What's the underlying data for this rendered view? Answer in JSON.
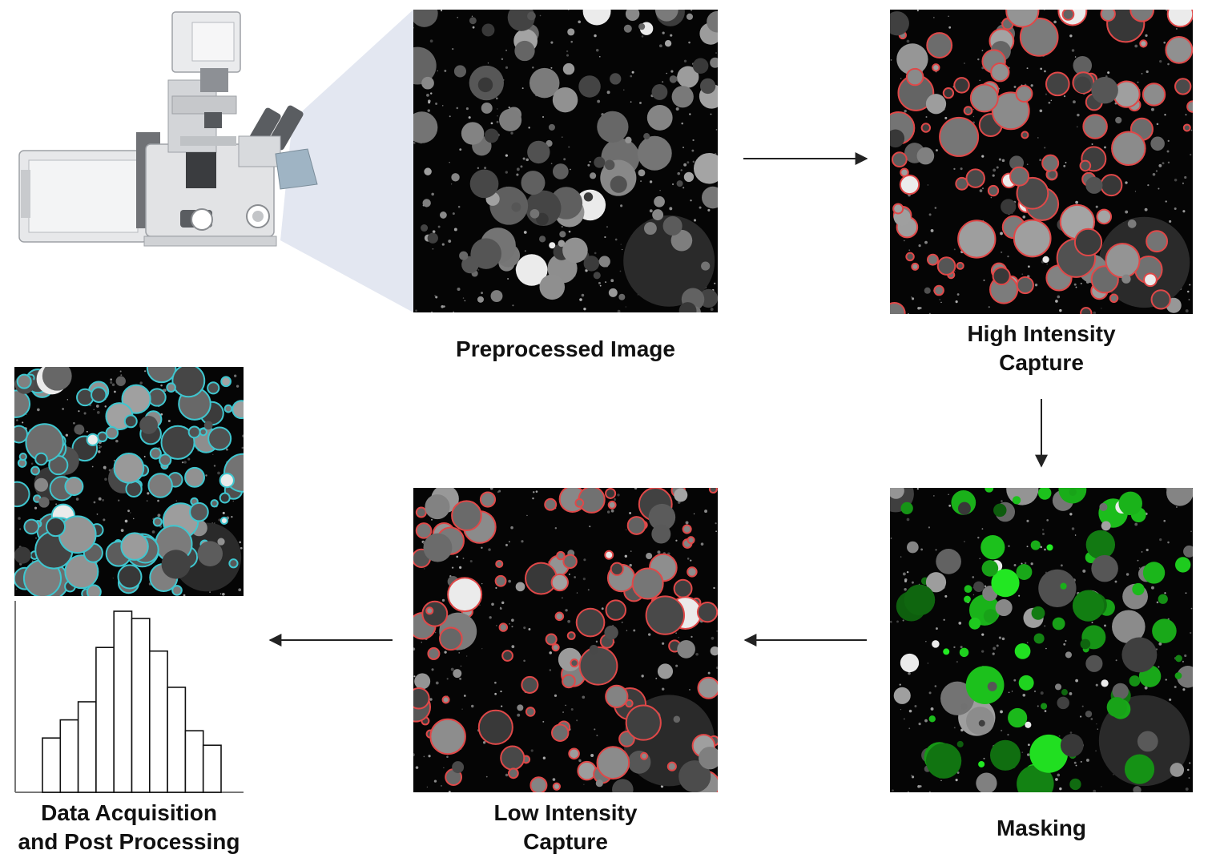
{
  "steps": {
    "preprocessed": {
      "label": "Preprocessed Image"
    },
    "high": {
      "label_line1": "High Intensity",
      "label_line2": "Capture"
    },
    "masking": {
      "label": "Masking"
    },
    "low": {
      "label_line1": "Low Intensity",
      "label_line2": "Capture"
    },
    "data": {
      "label_line1": "Data Acquisition",
      "label_line2": "and Post Processing"
    }
  },
  "colors": {
    "panel_bg": "#050505",
    "high_circle": "#e04848",
    "low_circle": "#e04848",
    "mask_green": "#2ecc2e",
    "data_circle": "#3fc6cf",
    "arrow": "#222222"
  },
  "histogram": {
    "values": [
      3,
      4,
      5,
      8,
      10,
      9.6,
      7.8,
      5.8,
      3.4,
      2.6
    ],
    "ymax": 10
  }
}
